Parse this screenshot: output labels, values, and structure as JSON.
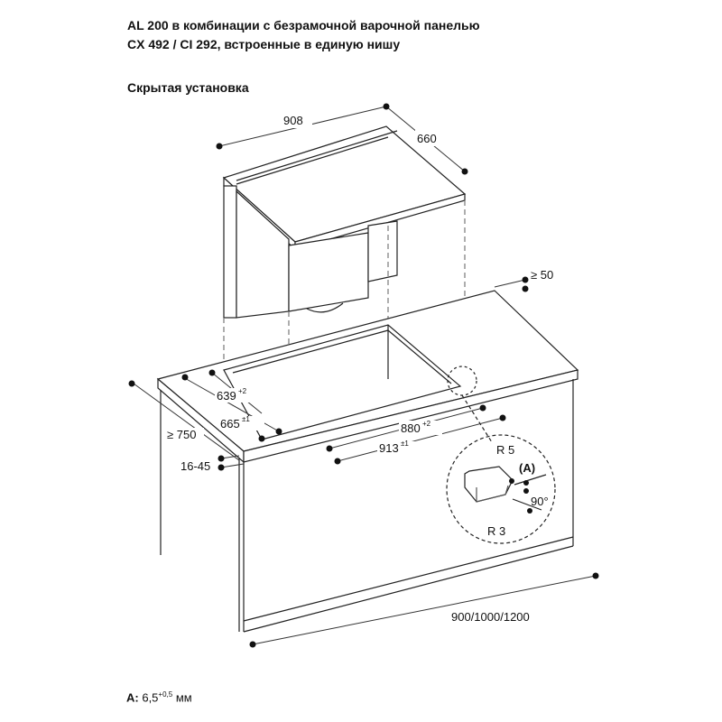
{
  "title": {
    "line1": "AL 200 в комбинации с безрамочной варочной панелью",
    "line2": "CX 492 / CI 292, встроенные в единую нишу"
  },
  "subtitle": "Скрытая установка",
  "dimensions": {
    "width_top": "908",
    "depth_top": "660",
    "rear_gap": "≥ 50",
    "cutout_depth": "639",
    "cutout_depth_tol": "+2",
    "outer_depth": "665",
    "outer_depth_tol": "±1",
    "cutout_width": "880",
    "cutout_width_tol": "+2",
    "outer_width": "913",
    "outer_width_tol": "±1",
    "counter_depth": "≥ 750",
    "counter_thickness": "16-45",
    "cabinet_width": "900/1000/1200"
  },
  "detail": {
    "radius_top": "R 5",
    "radius_bottom": "R 3",
    "label_a": "(A)",
    "angle": "90°"
  },
  "footnote": {
    "label": "A:",
    "value": "6,5",
    "tolerance": "+0,5",
    "unit": "мм"
  }
}
